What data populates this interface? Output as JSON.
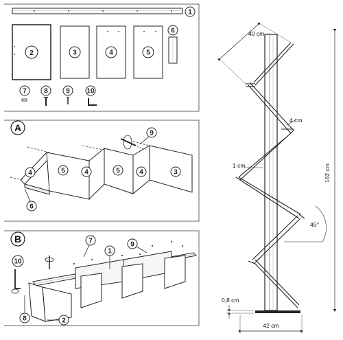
{
  "parts": {
    "p1": "1",
    "p2": "2",
    "p3": "3",
    "p4": "4",
    "p5": "5",
    "p6": "6",
    "p7": "7",
    "p8": "8",
    "p9": "9",
    "p10": "10"
  },
  "sectionA": {
    "label": "A",
    "panels": [
      "4",
      "5",
      "4",
      "5",
      "4",
      "3"
    ],
    "callout6": "6",
    "callout9": "9"
  },
  "sectionB": {
    "label": "B",
    "callouts": {
      "c10": "10",
      "c7": "7",
      "c9": "9",
      "c1": "1",
      "c8": "8",
      "c2": "2"
    }
  },
  "dimensions": {
    "shelf_length": "40 cm",
    "shelf_thickness": "4 cm",
    "gap": "1 cm",
    "height": "162 cm",
    "angle": "45°",
    "base_thickness": "0,8 cm",
    "width": "42 cm"
  },
  "colors": {
    "line": "#222222",
    "panel": "#ffffff",
    "border": "#555555"
  }
}
